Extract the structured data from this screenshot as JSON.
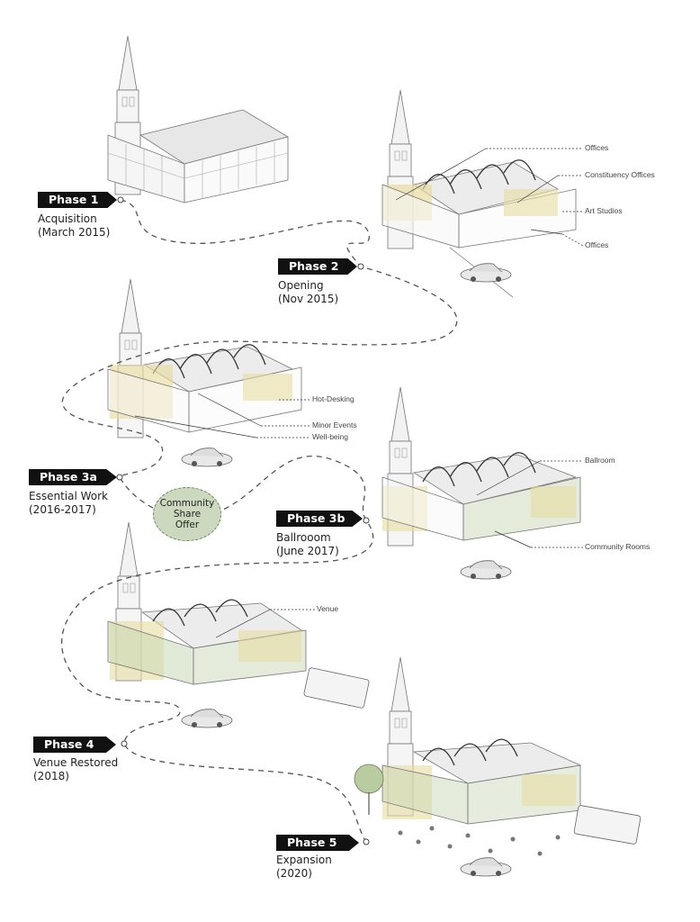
{
  "phases": [
    {
      "tag": "Phase 1",
      "line1": "Acquisition",
      "line2": "(March 2015)"
    },
    {
      "tag": "Phase 2",
      "line1": "Opening",
      "line2": "(Nov 2015)"
    },
    {
      "tag": "Phase 3a",
      "line1": "Essential Work",
      "line2": "(2016-2017)"
    },
    {
      "tag": "Phase 3b",
      "line1": "Ballrooom",
      "line2": "(June 2017)"
    },
    {
      "tag": "Phase 4",
      "line1": "Venue Restored",
      "line2": "(2018)"
    },
    {
      "tag": "Phase 5",
      "line1": "Expansion",
      "line2": "(2020)"
    }
  ],
  "community_share": {
    "line1": "Community",
    "line2": "Share",
    "line3": "Offer"
  },
  "callouts": {
    "phase2": [
      "Offices",
      "Constituency Offices",
      "Art Studios",
      "Offices"
    ],
    "phase3a": [
      "Hot-Desking",
      "Minor Events",
      "Well-being"
    ],
    "phase3b": [
      "Ballroom",
      "Community Rooms"
    ],
    "phase4": [
      "Venue"
    ]
  },
  "colors": {
    "tag_bg": "#111111",
    "accent_yellow": "#e8dca0",
    "accent_green": "#c9d8b6",
    "share_fill": "#cdd9bf"
  }
}
